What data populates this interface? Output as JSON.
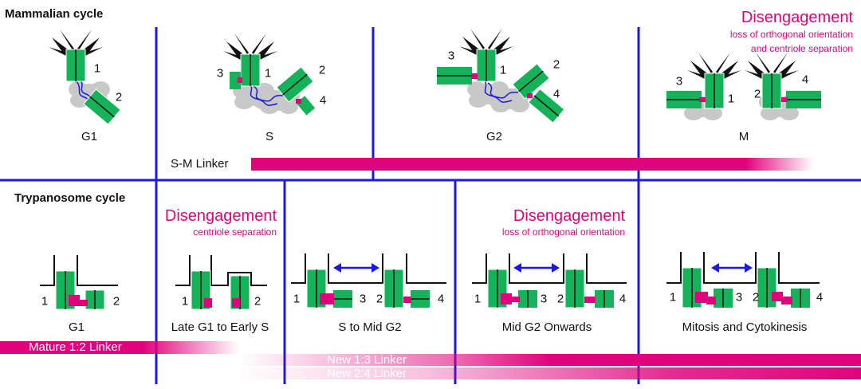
{
  "mammalian": {
    "title": "Mammalian cycle",
    "stages": [
      "G1",
      "S",
      "G2",
      "M"
    ],
    "numbers": {
      "g1": [
        "1",
        "2"
      ],
      "s": [
        "3",
        "1",
        "2",
        "4"
      ],
      "g2": [
        "3",
        "1",
        "2",
        "4"
      ],
      "m": [
        "3",
        "1",
        "2",
        "4"
      ]
    },
    "disengagement": {
      "title": "Disengagement",
      "line1": "loss of orthogonal orientation",
      "line2": "and centriole separation"
    },
    "linker": "S-M Linker"
  },
  "trypanosome": {
    "title": "Trypanosome cycle",
    "stages": [
      "G1",
      "Late G1 to Early S",
      "S to Mid G2",
      "Mid G2 Onwards",
      "Mitosis and Cytokinesis"
    ],
    "numbers": {
      "g1": [
        "1",
        "2"
      ],
      "late": [
        "1",
        "2"
      ],
      "s": [
        "1",
        "3",
        "2",
        "4"
      ],
      "mid": [
        "1",
        "3",
        "2",
        "4"
      ],
      "mit": [
        "1",
        "3",
        "2",
        "4"
      ]
    },
    "disengagement1": {
      "title": "Disengagement",
      "sub": "centriole separation"
    },
    "disengagement2": {
      "title": "Disengagement",
      "sub": "loss of orthogonal orientation"
    },
    "linkers": [
      "Mature 1:2 Linker",
      "New 1:3 Linker",
      "New 2:4 Linker"
    ]
  },
  "colors": {
    "green": "#16b25a",
    "magenta": "#e0047c",
    "blue": "#1a1ae0",
    "cloud": "#c8c8c8",
    "black": "#111111"
  }
}
